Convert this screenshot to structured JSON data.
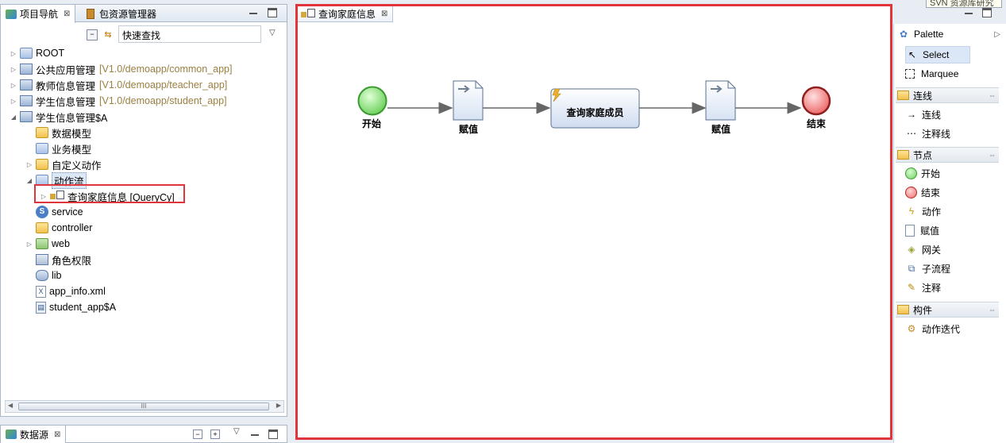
{
  "navigator": {
    "tab_label": "项目导航",
    "tab_close": "⊠",
    "tab2_label": "包资源管理器",
    "quick_search": "快速查找",
    "tree": [
      {
        "label": "ROOT",
        "path": ""
      },
      {
        "label": "公共应用管理",
        "path": "[V1.0/demoapp/common_app]"
      },
      {
        "label": "教师信息管理",
        "path": "[V1.0/demoapp/teacher_app]"
      },
      {
        "label": "学生信息管理",
        "path": "[V1.0/demoapp/student_app]"
      },
      {
        "label": "学生信息管理$A",
        "path": ""
      },
      {
        "label": "数据模型",
        "path": ""
      },
      {
        "label": "业务模型",
        "path": ""
      },
      {
        "label": "自定义动作",
        "path": ""
      },
      {
        "label": "动作流",
        "path": ""
      },
      {
        "label": "查询家庭信息 [QueryCy]",
        "path": ""
      },
      {
        "label": "service",
        "path": ""
      },
      {
        "label": "controller",
        "path": ""
      },
      {
        "label": "web",
        "path": ""
      },
      {
        "label": "角色权限",
        "path": ""
      },
      {
        "label": "lib",
        "path": ""
      },
      {
        "label": "app_info.xml",
        "path": ""
      },
      {
        "label": "student_app$A",
        "path": ""
      }
    ]
  },
  "bottom_panel": {
    "tab_label": "数据源"
  },
  "editor": {
    "tab_label": "查询家庭信息",
    "nodes": {
      "start": "开始",
      "assign1": "赋值",
      "action": "查询家庭成员",
      "assign2": "赋值",
      "end": "结束"
    }
  },
  "tooltip": "SVN 资源库研究",
  "palette": {
    "title": "Palette",
    "tools": {
      "select": "Select",
      "marquee": "Marquee"
    },
    "groups": {
      "connections": {
        "label": "连线",
        "items": [
          "连线",
          "注释线"
        ]
      },
      "nodes": {
        "label": "节点",
        "items": [
          "开始",
          "结束",
          "动作",
          "赋值",
          "网关",
          "子流程",
          "注释"
        ]
      },
      "components": {
        "label": "构件",
        "items": [
          "动作迭代"
        ]
      }
    }
  }
}
